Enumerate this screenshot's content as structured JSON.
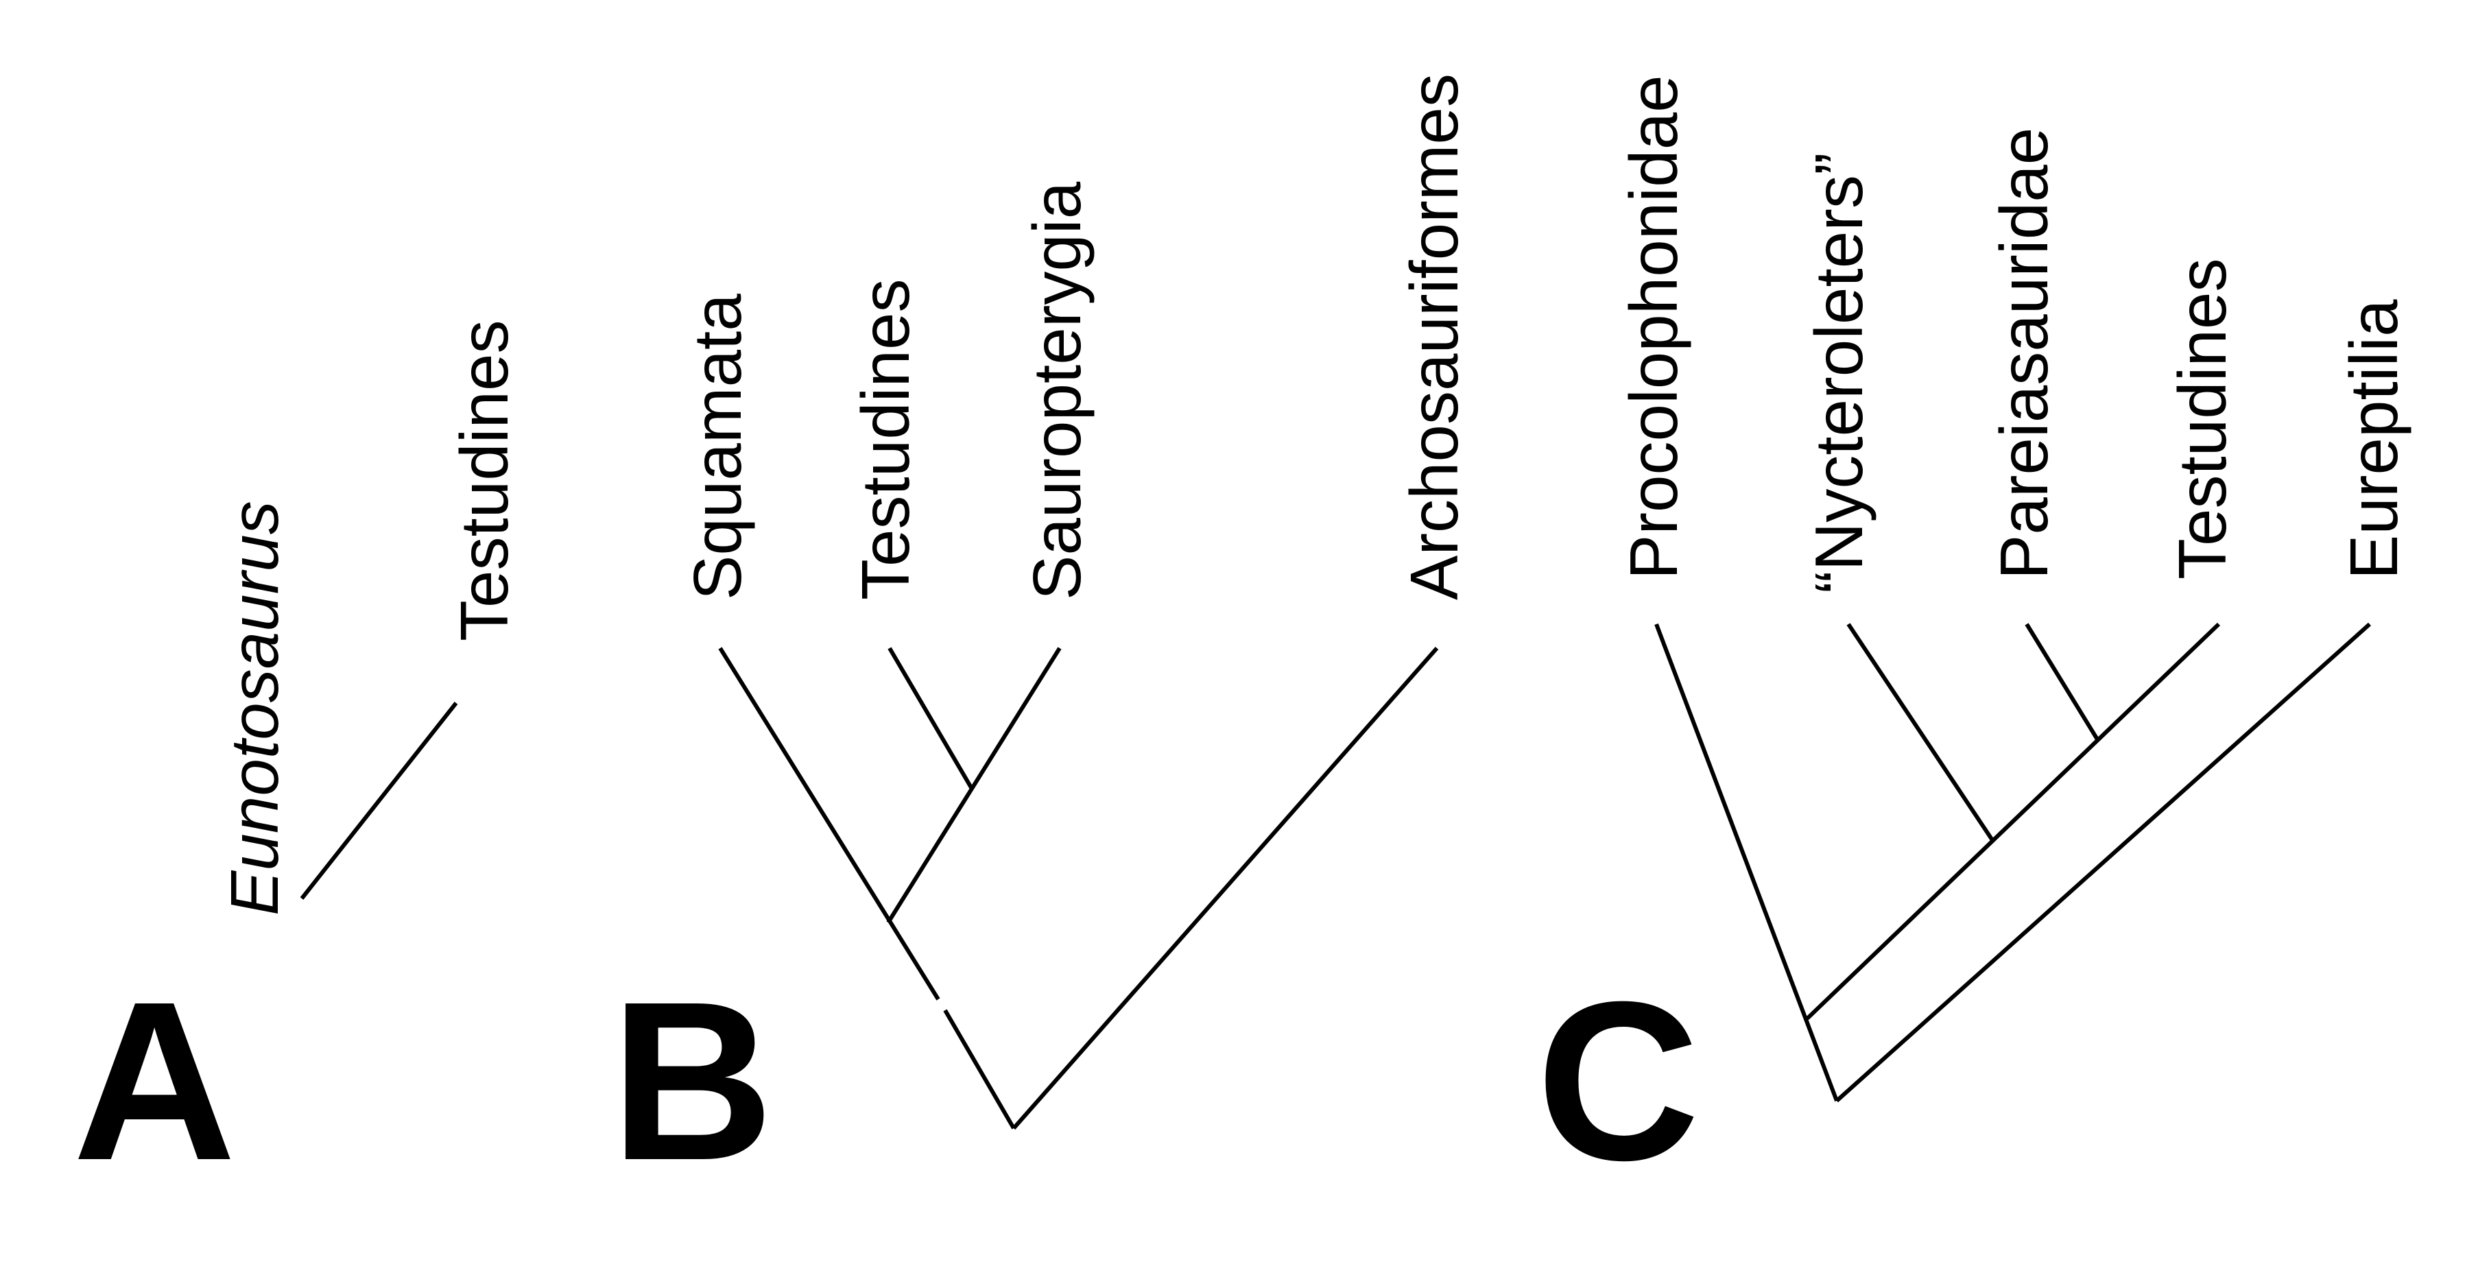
{
  "panels": {
    "a": {
      "letter": "A",
      "taxa": {
        "eunotosaurus": "Eunotosaurus",
        "testudines": "Testudines"
      }
    },
    "b": {
      "letter": "B",
      "taxa": {
        "squamata": "Squamata",
        "testudines": "Testudines",
        "sauropterygia": "Sauropterygia",
        "archosauriformes": "Archosauriformes"
      }
    },
    "c": {
      "letter": "C",
      "taxa": {
        "procolophonidae": "Procolophonidae",
        "nycteroleters": "“Nycteroleters”",
        "pareiasauridae": "Pareiasauridae",
        "testudines": "Testudines",
        "eureptilia": "Eureptilia"
      }
    }
  },
  "colors": {
    "ink": "#000000",
    "background": "#ffffff"
  }
}
